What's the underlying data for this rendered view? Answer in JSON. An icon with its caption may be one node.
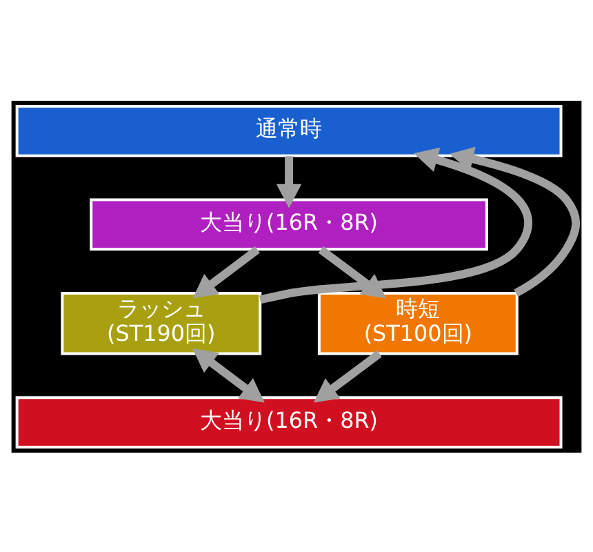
{
  "diagram": {
    "nodes": [
      {
        "text": [
          "通常時"
        ]
      },
      {
        "text": [
          "大当り(16R・8R)"
        ]
      },
      {
        "text": [
          "ラッシュ",
          "(ST190回)"
        ]
      },
      {
        "text": [
          "時短",
          "(ST100回)"
        ]
      },
      {
        "text": [
          "大当り(16R・8R)"
        ]
      }
    ],
    "edges": [
      {
        "from": 0,
        "to": 1,
        "arrow": "to"
      },
      {
        "from": 1,
        "to": 2,
        "arrow": "to"
      },
      {
        "from": 1,
        "to": 3,
        "arrow": "to"
      },
      {
        "from": 2,
        "to": 0,
        "arrow": "to"
      },
      {
        "from": 2,
        "to": 4,
        "arrow": "both"
      },
      {
        "from": 3,
        "to": 4,
        "arrow": "to"
      },
      {
        "from": 3,
        "to": 0,
        "arrow": "to"
      }
    ]
  }
}
